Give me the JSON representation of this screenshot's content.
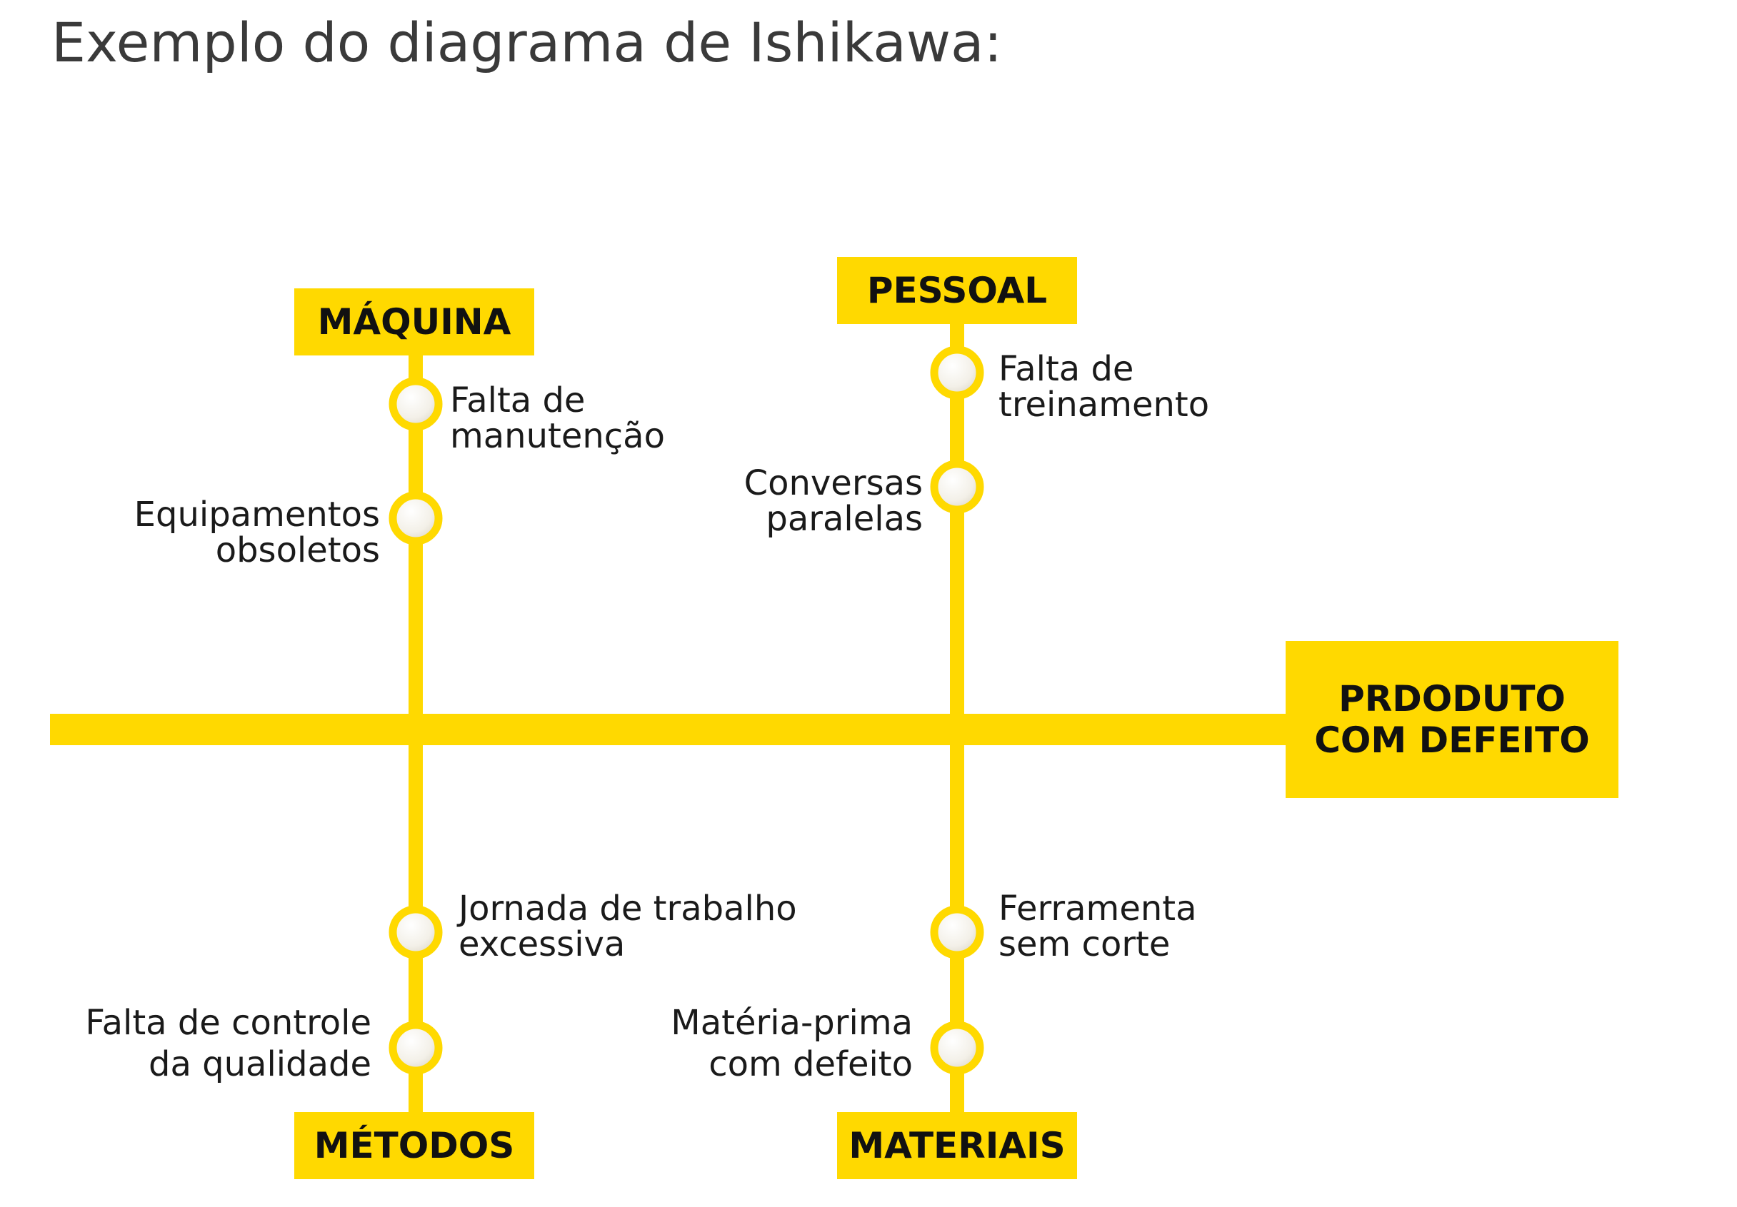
{
  "title": "Exemplo do diagrama de Ishikawa:",
  "colors": {
    "accent": "#ffd900",
    "node_fill": "#f4f1ea",
    "text": "#1a1a1a",
    "title": "#3a3a3a"
  },
  "effect": {
    "line1": "PRDODUTO",
    "line2": "COM DEFEITO"
  },
  "categories": {
    "maquina": {
      "label": "MÁQUINA",
      "causes": [
        {
          "line1": "Falta de",
          "line2": "manutenção"
        },
        {
          "line1": "Equipamentos",
          "line2": "obsoletos"
        }
      ]
    },
    "pessoal": {
      "label": "PESSOAL",
      "causes": [
        {
          "line1": "Falta de",
          "line2": "treinamento"
        },
        {
          "line1": "Conversas",
          "line2": "paralelas"
        }
      ]
    },
    "metodos": {
      "label": "MÉTODOS",
      "causes": [
        {
          "line1": "Jornada de trabalho",
          "line2": "excessiva"
        },
        {
          "line1": "Falta de controle",
          "line2": "da qualidade"
        }
      ]
    },
    "materiais": {
      "label": "MATERIAIS",
      "causes": [
        {
          "line1": "Ferramenta",
          "line2": "sem corte"
        },
        {
          "line1": "Matéria-prima",
          "line2": "com defeito"
        }
      ]
    }
  }
}
